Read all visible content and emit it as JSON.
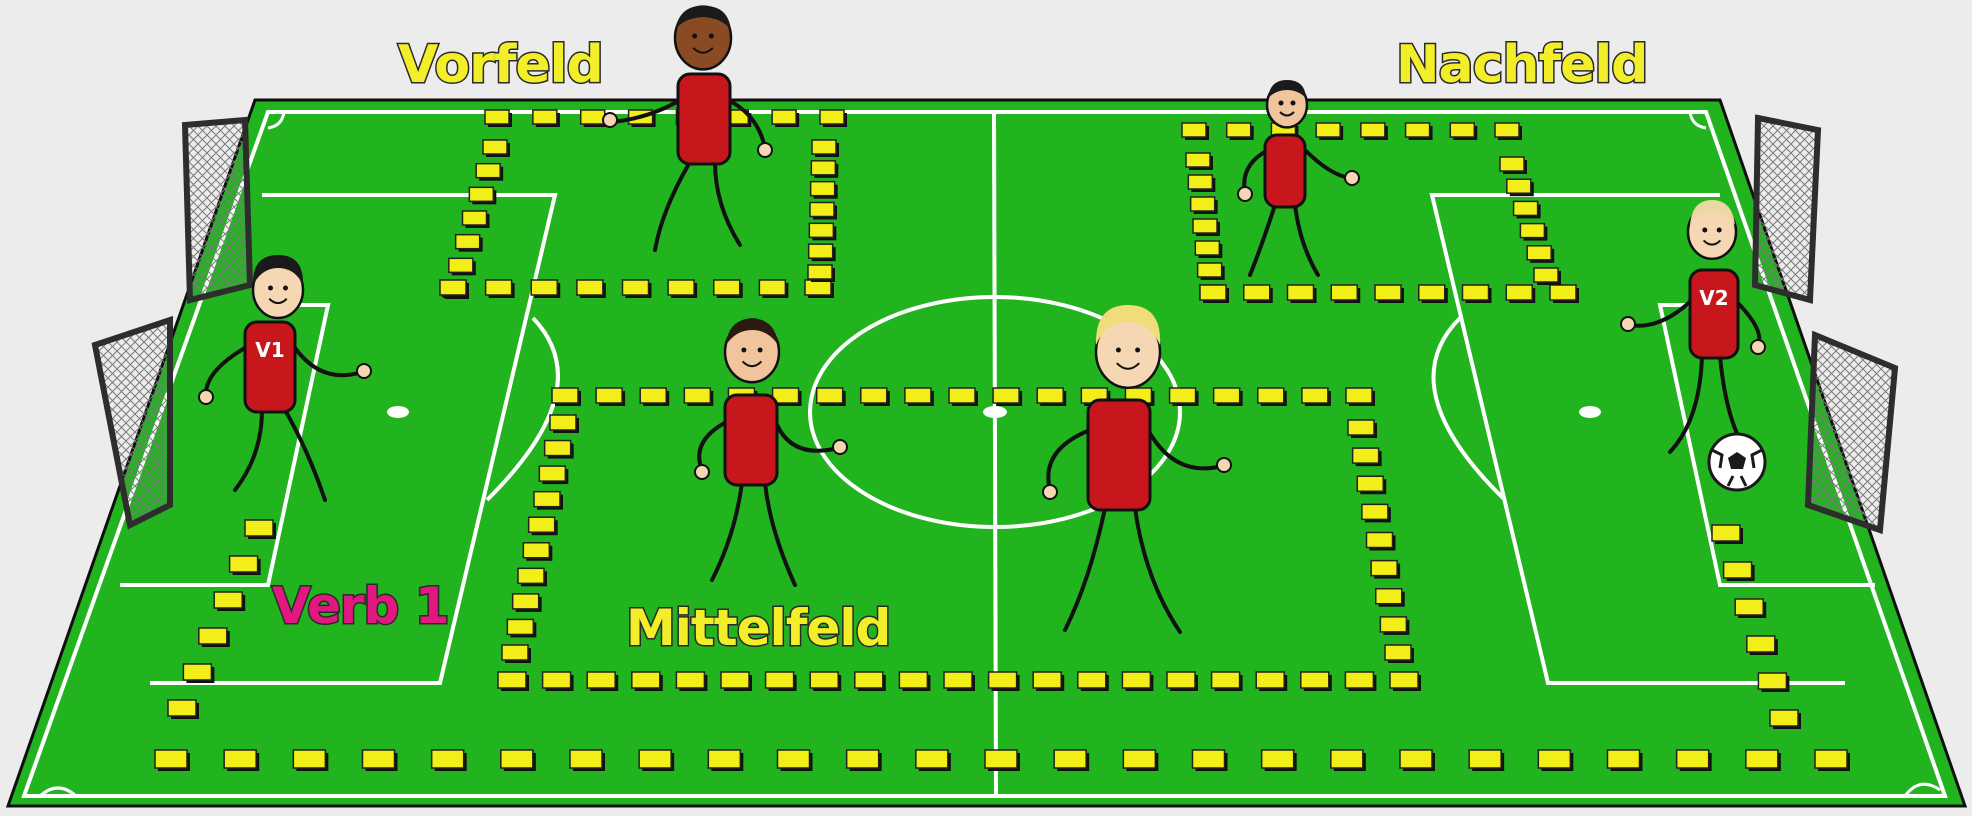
{
  "scene": {
    "labels": {
      "vorfeld": "Vorfeld",
      "nachfeld": "Nachfeld",
      "mittelfeld": "Mittelfeld",
      "verb1": "Verb 1"
    },
    "jerseys": {
      "v1": "V1",
      "v2": "V2"
    }
  },
  "colors": {
    "pitch": "#22b41f",
    "pitch_dark": "#1b9418",
    "line": "#ffffff",
    "marker": "#f2ef18",
    "zone_label": "#f3ee2a",
    "verb_label": "#e0187f",
    "jersey": "#c8161d",
    "background": "#ececec"
  },
  "icons": [
    "goal-net-icon",
    "soccer-ball-icon",
    "stick-player-icon",
    "field-marker-icon"
  ]
}
